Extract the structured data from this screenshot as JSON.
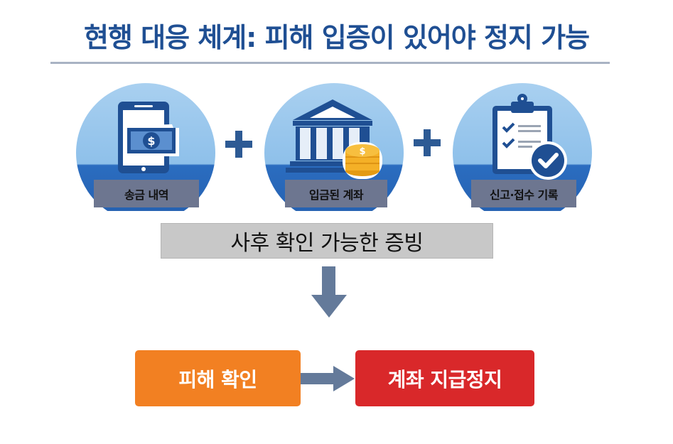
{
  "title": "현행 대응 체계: 피해 입증이 있어야 정지 가능",
  "evidence_items": [
    {
      "label": "송금 내역",
      "icon": "phone-money-icon"
    },
    {
      "label": "입금된 계좌",
      "icon": "bank-coins-icon"
    },
    {
      "label": "신고·접수 기록",
      "icon": "clipboard-check-icon"
    }
  ],
  "operator": "+",
  "evidence_summary": "사후 확인 가능한 증빙",
  "flow": {
    "step1": "피해 확인",
    "step2": "계좌 지급정지"
  },
  "colors": {
    "title": "#1f4f93",
    "icon_dark": "#1f4f93",
    "circle_light": "#a9d0f0",
    "circle_band": "#2b6dc0",
    "label_bg": "#6d7690",
    "arrow": "#647a9a",
    "step1": "#f28022",
    "step2": "#d9282a"
  }
}
